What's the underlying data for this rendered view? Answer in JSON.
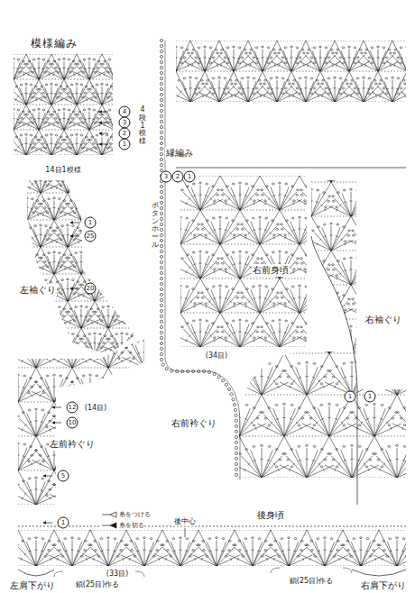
{
  "diagram": {
    "labels": [
      "模様編み",
      "4",
      "3",
      "2",
      "1",
      "4段1模様",
      "14目1模様",
      "縁編み",
      "3",
      "2",
      "1",
      "ボタンホール",
      "1",
      "25",
      "左袖ぐり",
      "20",
      "右前身頃",
      "右袖ぐり",
      "(34目)",
      "12",
      "(14目)",
      "10",
      "左前衿ぐり",
      "5",
      "1",
      "右前衿ぐり",
      "1",
      "1",
      "後身頃",
      "後中心",
      "左肩下がり",
      "(33目)",
      "鎖(25目)作る",
      "鎖(25目)作る",
      "右肩下がり"
    ],
    "legend": [
      {
        "text": "糸をつける"
      },
      {
        "text": "糸を切る"
      }
    ]
  }
}
